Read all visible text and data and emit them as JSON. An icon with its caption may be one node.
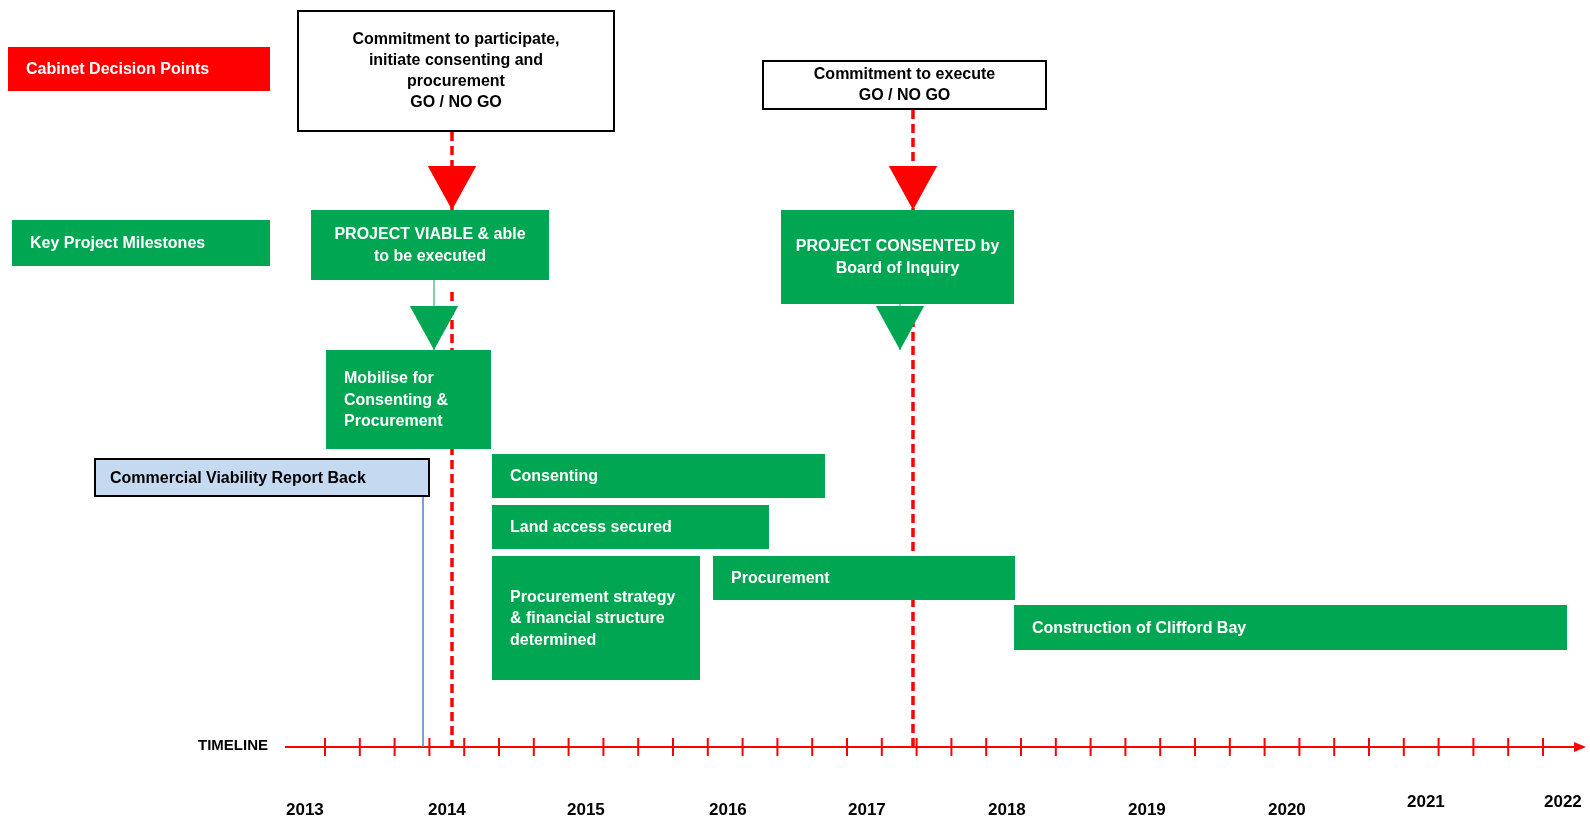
{
  "diagram": {
    "nodes": [
      {
        "text": [
          "Commitment to participate, initiate consenting and procurement",
          "GO / NO GO"
        ]
      },
      {
        "text": [
          "Commitment to execute",
          "GO / NO GO"
        ]
      },
      {
        "text": [
          "PROJECT VIABLE & able to be executed"
        ]
      },
      {
        "text": [
          "PROJECT CONSENTED by Board of Inquiry"
        ]
      },
      {
        "text": [
          "Mobilise for Consenting & Procurement"
        ]
      },
      {
        "text": [
          "Commercial Viability Report Back"
        ]
      },
      {
        "text": [
          "Consenting"
        ]
      },
      {
        "text": [
          "Land access secured"
        ]
      },
      {
        "text": [
          "Procurement strategy & financial structure determined"
        ]
      },
      {
        "text": [
          "Procurement"
        ]
      },
      {
        "text": [
          "Construction of Clifford Bay"
        ]
      }
    ],
    "edges": [
      {
        "from": 0,
        "to": 2,
        "arrow": "to",
        "style": "dashed",
        "color": "#ff0000"
      },
      {
        "from": 1,
        "to": 3,
        "arrow": "to",
        "style": "dashed",
        "color": "#ff0000"
      },
      {
        "from": 2,
        "to": 4,
        "arrow": "to",
        "color": "#00a651"
      },
      {
        "from": 3,
        "to": null,
        "arrow": "to",
        "color": "#00a651"
      }
    ],
    "labels": [
      "TIMELINE",
      "2013",
      "2014",
      "2015",
      "2016",
      "2017",
      "2018",
      "2019",
      "2020",
      "2021",
      "2022"
    ],
    "legend": [
      {
        "text": "Cabinet Decision Points",
        "color": "#ff0000"
      },
      {
        "text": "Key Project Milestones",
        "color": "#00a651"
      }
    ]
  }
}
